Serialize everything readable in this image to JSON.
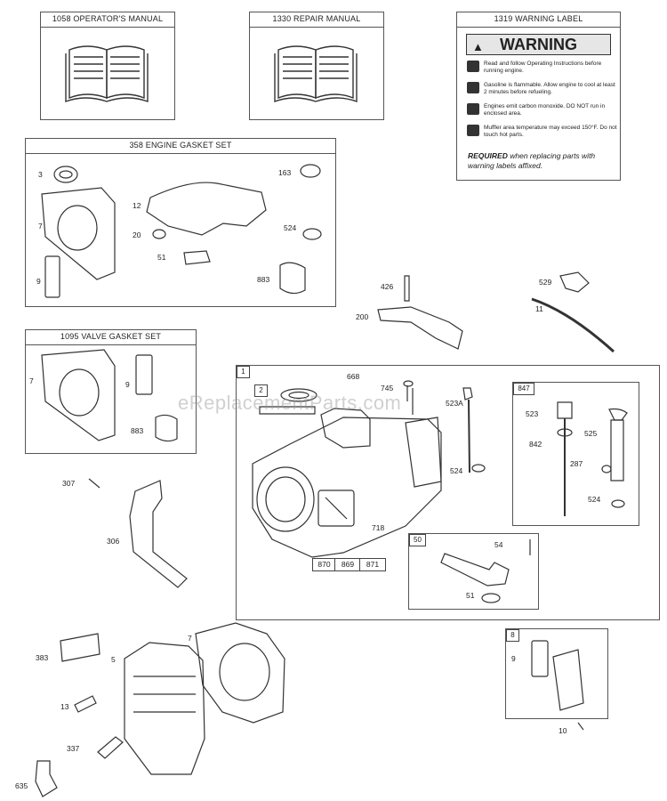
{
  "boxes": {
    "operators_manual": "1058 OPERATOR'S MANUAL",
    "repair_manual": "1330 REPAIR MANUAL",
    "warning_label": "1319 WARNING LABEL",
    "engine_gasket_set": "358 ENGINE GASKET SET",
    "valve_gasket_set": "1095 VALVE GASKET SET"
  },
  "warning": {
    "banner": "WARNING",
    "line1": "Read and follow Operating Instructions before running engine.",
    "line2": "Gasoline is flammable. Allow engine to cool at least 2 minutes before refueling.",
    "line3": "Engines emit carbon monoxide. DO NOT run in enclosed area.",
    "line4": "Muffler area temperature may exceed 150°F. Do not touch hot parts.",
    "required_bold": "REQUIRED",
    "required_rest": "when replacing parts with warning labels affixed."
  },
  "tags": {
    "t1": "1",
    "t2": "2",
    "t847": "847",
    "t50": "50",
    "t8": "8"
  },
  "bottom_cells": {
    "c870": "870",
    "c869": "869",
    "c871": "871"
  },
  "parts": {
    "p3": "3",
    "p7a": "7",
    "p9a": "9",
    "p12": "12",
    "p20": "20",
    "p51a": "51",
    "p163": "163",
    "p524a": "524",
    "p883a": "883",
    "p7b": "7",
    "p9b": "9",
    "p883b": "883",
    "p426": "426",
    "p200": "200",
    "p529": "529",
    "p11": "11",
    "p668": "668",
    "p745": "745",
    "p523a": "523A",
    "p524b": "524",
    "p718": "718",
    "p523": "523",
    "p842": "842",
    "p525": "525",
    "p287": "287",
    "p524c": "524",
    "p54": "54",
    "p51b": "51",
    "p307": "307",
    "p306": "306",
    "p383": "383",
    "p5": "5",
    "p7c": "7",
    "p13": "13",
    "p337": "337",
    "p635": "635",
    "p9c": "9",
    "p10": "10"
  },
  "watermark": "eReplacementParts.com"
}
